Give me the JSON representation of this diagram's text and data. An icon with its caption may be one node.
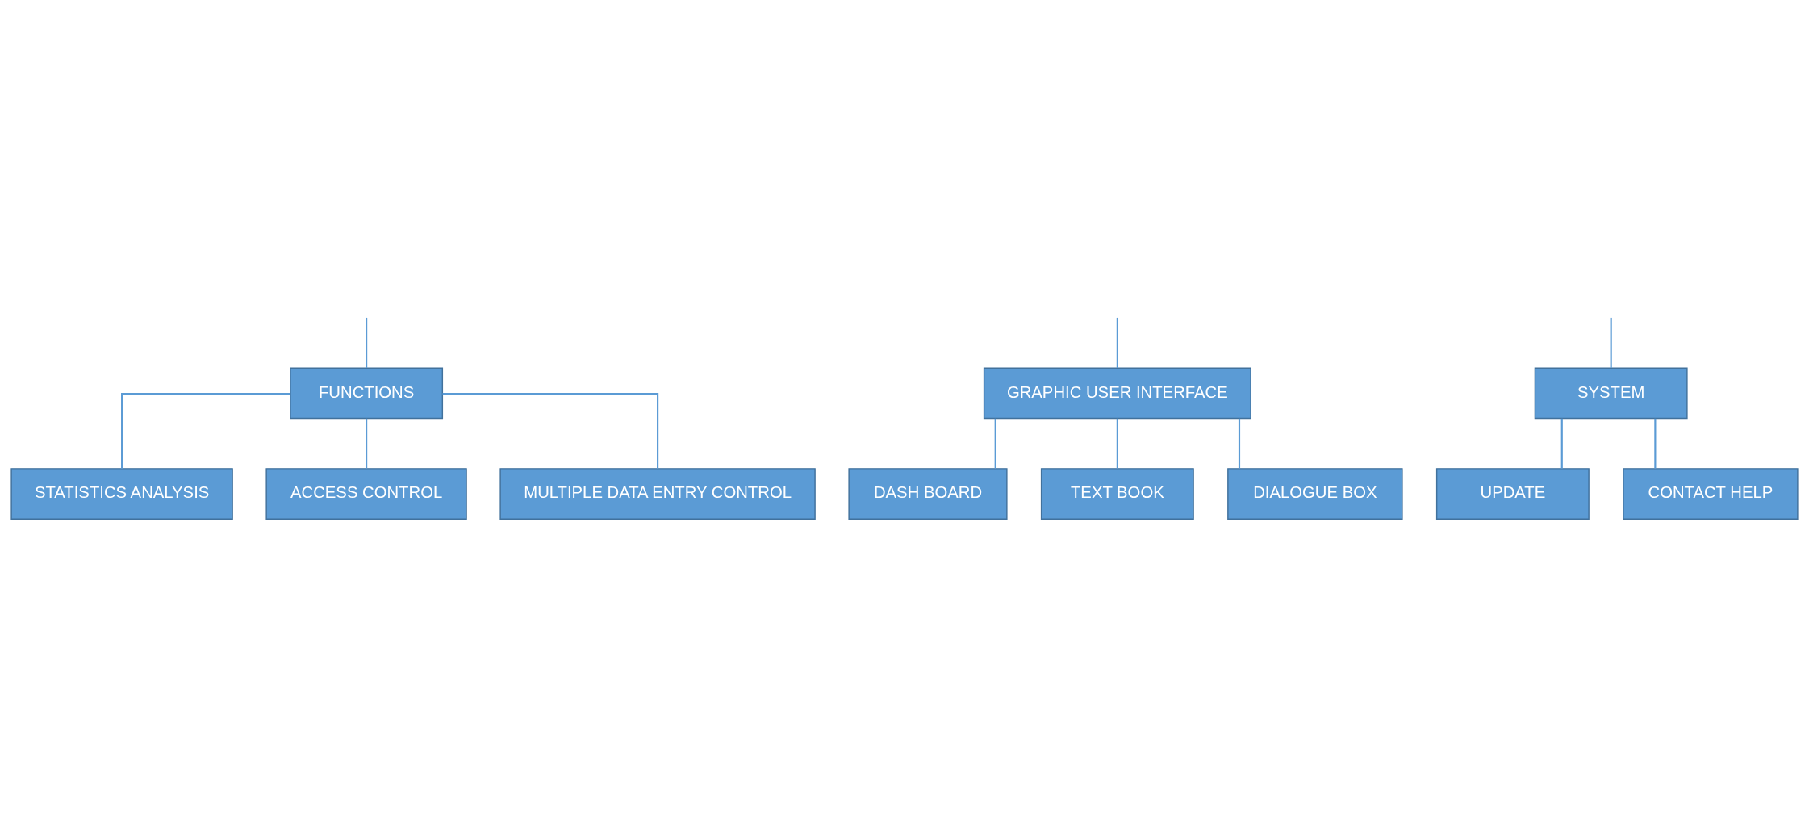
{
  "diagram": {
    "nodes": [
      {
        "text": [
          "FUNCTIONS"
        ]
      },
      {
        "text": [
          "GRAPHIC USER INTERFACE"
        ]
      },
      {
        "text": [
          "SYSTEM"
        ]
      },
      {
        "text": [
          "STATISTICS ANALYSIS"
        ]
      },
      {
        "text": [
          "ACCESS CONTROL"
        ]
      },
      {
        "text": [
          "MULTIPLE DATA ENTRY CONTROL"
        ]
      },
      {
        "text": [
          "UPDATE"
        ]
      },
      {
        "text": [
          "CONTACT HELP"
        ]
      },
      {
        "text": [
          "DASH BOARD"
        ]
      },
      {
        "text": [
          "TEXT BOOK"
        ]
      },
      {
        "text": [
          "DIALOGUE BOX"
        ]
      }
    ],
    "edges": [
      {
        "from": null,
        "to": 0,
        "arrow": "none"
      },
      {
        "from": null,
        "to": 1,
        "arrow": "none"
      },
      {
        "from": null,
        "to": 2,
        "arrow": "none"
      },
      {
        "from": 0,
        "to": 3,
        "arrow": "none"
      },
      {
        "from": 0,
        "to": 4,
        "arrow": "none"
      },
      {
        "from": 0,
        "to": 5,
        "arrow": "none"
      },
      {
        "from": 2,
        "to": 6,
        "arrow": "none"
      },
      {
        "from": 2,
        "to": 7,
        "arrow": "none"
      },
      {
        "from": 1,
        "to": 8,
        "arrow": "none"
      },
      {
        "from": 1,
        "to": 9,
        "arrow": "none"
      },
      {
        "from": 1,
        "to": 10,
        "arrow": "none"
      }
    ]
  }
}
